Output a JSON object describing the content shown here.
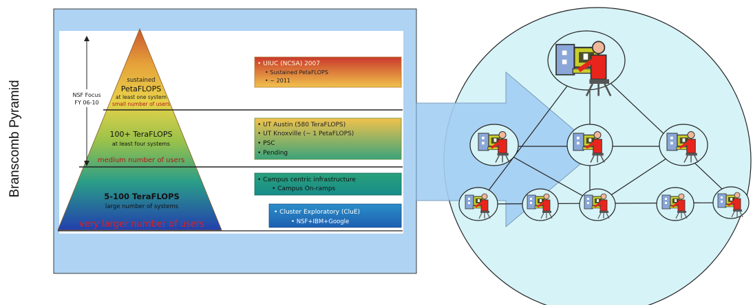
{
  "side_title": "Branscomb Pyramid",
  "nsf_focus": {
    "line1": "NSF Focus",
    "line2": "FY 06-10"
  },
  "pyramid": {
    "top": {
      "l1": "sustained",
      "l2": "PetaFLOPS",
      "l3": "at least one system",
      "l4": "small number of users"
    },
    "middle": {
      "l1": "100+ TeraFLOPS",
      "l2": "at least four systems",
      "l3": "medium number of users"
    },
    "bottom": {
      "l1": "5-100 TeraFLOPS",
      "l2": "large number of systems",
      "l3": "very larger number of users"
    }
  },
  "boxes": {
    "top": {
      "l1": "• UIUC (NCSA) 2007",
      "l2": "• Sustained PetaFLOPS",
      "l3": "• ~ 2011"
    },
    "middle": {
      "l1": "• UT Austin (580 TeraFLOPS)",
      "l2": "• UT Knoxville (~ 1 PetaFLOPS)",
      "l3": "• PSC",
      "l4": "• Pending"
    },
    "campus": {
      "l1": "• Campus centric infrastructure",
      "l2": "• Campus On-ramps"
    },
    "cluster": {
      "l1": "• Cluster Exploratory (CluE)",
      "l2": "• NSF+IBM+Google"
    }
  },
  "colors": {
    "panel": "#aed3f3",
    "circle": "#d6f3f7",
    "arrow": "#a3cef2",
    "user_red": "#e8251c",
    "monitor": "#c9cf2a"
  }
}
